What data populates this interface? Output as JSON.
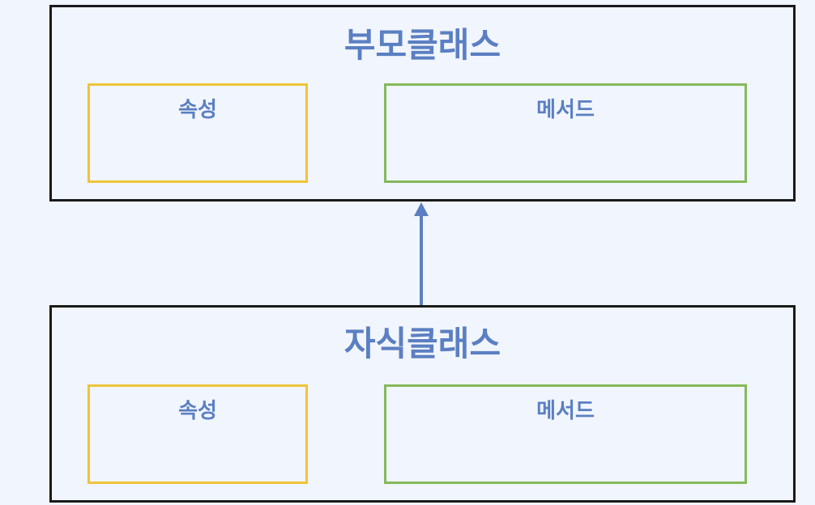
{
  "parent_class": {
    "title": "부모클래스",
    "attributes_label": "속성",
    "methods_label": "메서드"
  },
  "child_class": {
    "title": "자식클래스",
    "attributes_label": "속성",
    "methods_label": "메서드"
  },
  "colors": {
    "background": "#f1f5fd",
    "class_border": "#1a1a1a",
    "text": "#5b7fc2",
    "attributes_border": "#f0c43a",
    "methods_border": "#84b95a",
    "arrow": "#5b7fc2"
  }
}
